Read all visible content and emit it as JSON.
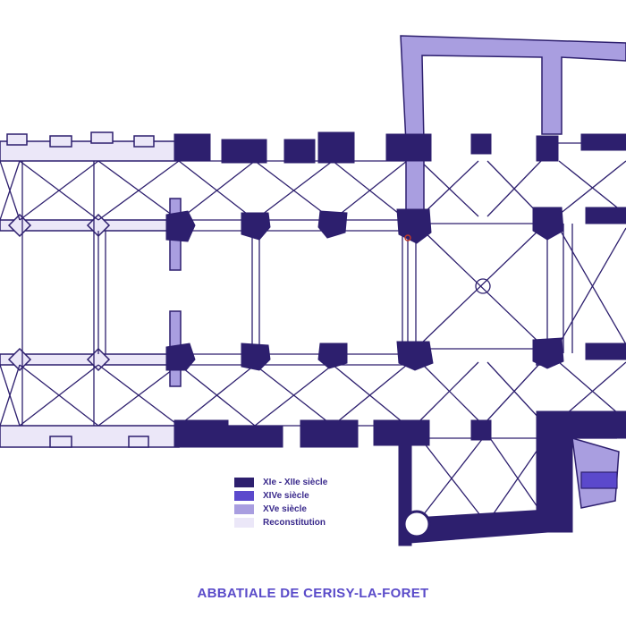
{
  "title": "ABBATIALE DE CERISY-LA-FORET",
  "colors": {
    "c11_12": "#2d1f6e",
    "c14": "#5b49cc",
    "c15": "#a99ee0",
    "reconstitution": "#ebe7f8",
    "outline": "#2d1f6e"
  },
  "legend": {
    "items": [
      {
        "label": "XIe - XIIe siècle",
        "color": "#2d1f6e"
      },
      {
        "label": "XIVe siècle",
        "color": "#5b49cc"
      },
      {
        "label": "XVe siècle",
        "color": "#a99ee0"
      },
      {
        "label": "Reconstitution",
        "color": "#ebe7f8"
      }
    ]
  }
}
